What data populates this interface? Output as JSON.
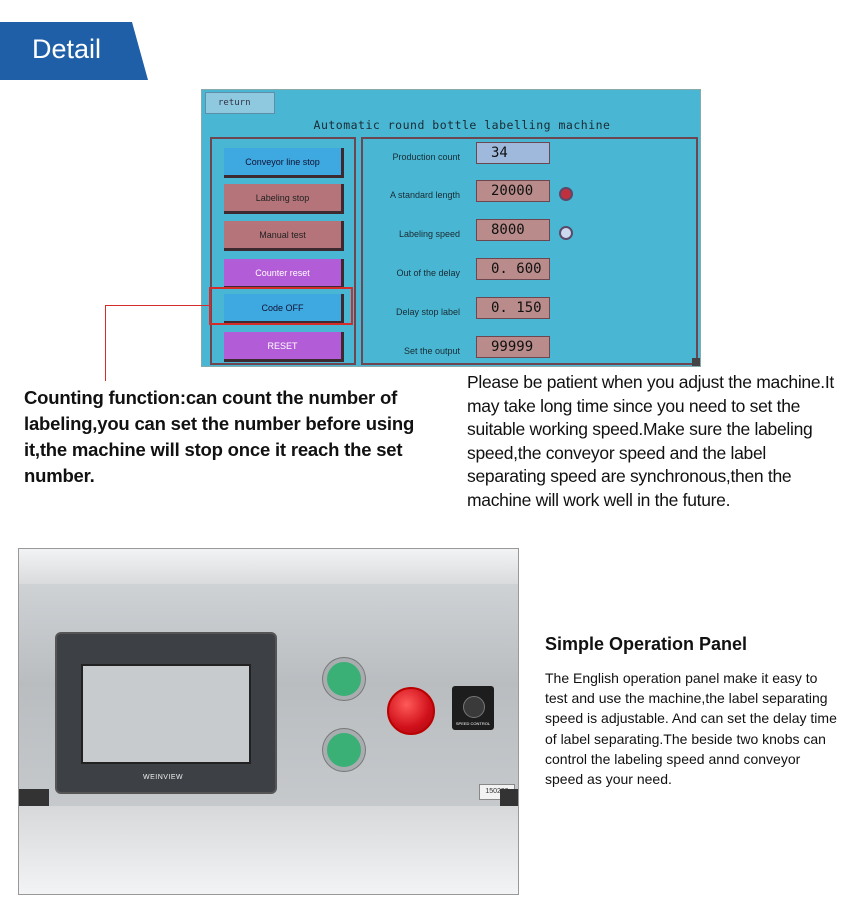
{
  "banner": {
    "label": "Detail"
  },
  "hmi": {
    "return_label": "return",
    "title": "Automatic round bottle labelling machine",
    "buttons": [
      {
        "label": "Conveyor line stop"
      },
      {
        "label": "Labeling stop"
      },
      {
        "label": "Manual test"
      },
      {
        "label": "Counter reset"
      },
      {
        "label": "Code OFF"
      },
      {
        "label": "RESET"
      }
    ],
    "rows": [
      {
        "label": "Production count",
        "value": "34"
      },
      {
        "label": "A standard length",
        "value": "20000"
      },
      {
        "label": "Labeling speed",
        "value": "8000"
      },
      {
        "label": "Out of the delay",
        "value": "0. 600"
      },
      {
        "label": "Delay stop label",
        "value": "0. 150"
      },
      {
        "label": "Set the output",
        "value": "99999"
      }
    ],
    "colors": {
      "screen": "#49b7d3",
      "button_blue": "#3ea8e0",
      "button_rose": "#b4747a",
      "button_purple": "#b35cd8",
      "highlight": "#d42b2b"
    }
  },
  "captions": {
    "counting": "Counting function:can count the number of labeling,you can set the number before using it,the machine will stop once it reach the set number.",
    "patience": "Please be patient when you adjust the machine.It may take long time since you need to set the suitable working speed.Make sure the labeling speed,the conveyor speed and the label separating speed are synchronous,then the machine will work well in the future."
  },
  "photo": {
    "touch_brand": "WEINVIEW",
    "knob_label": "SPEED CONTROL",
    "sticker": "150239"
  },
  "panel": {
    "title": "Simple Operation Panel",
    "body": "The English operation panel make it easy to test and use the machine,the label separating speed is adjustable. And can set the delay time of label separating.The beside two knobs can control the labeling speed annd conveyor speed as your need."
  }
}
